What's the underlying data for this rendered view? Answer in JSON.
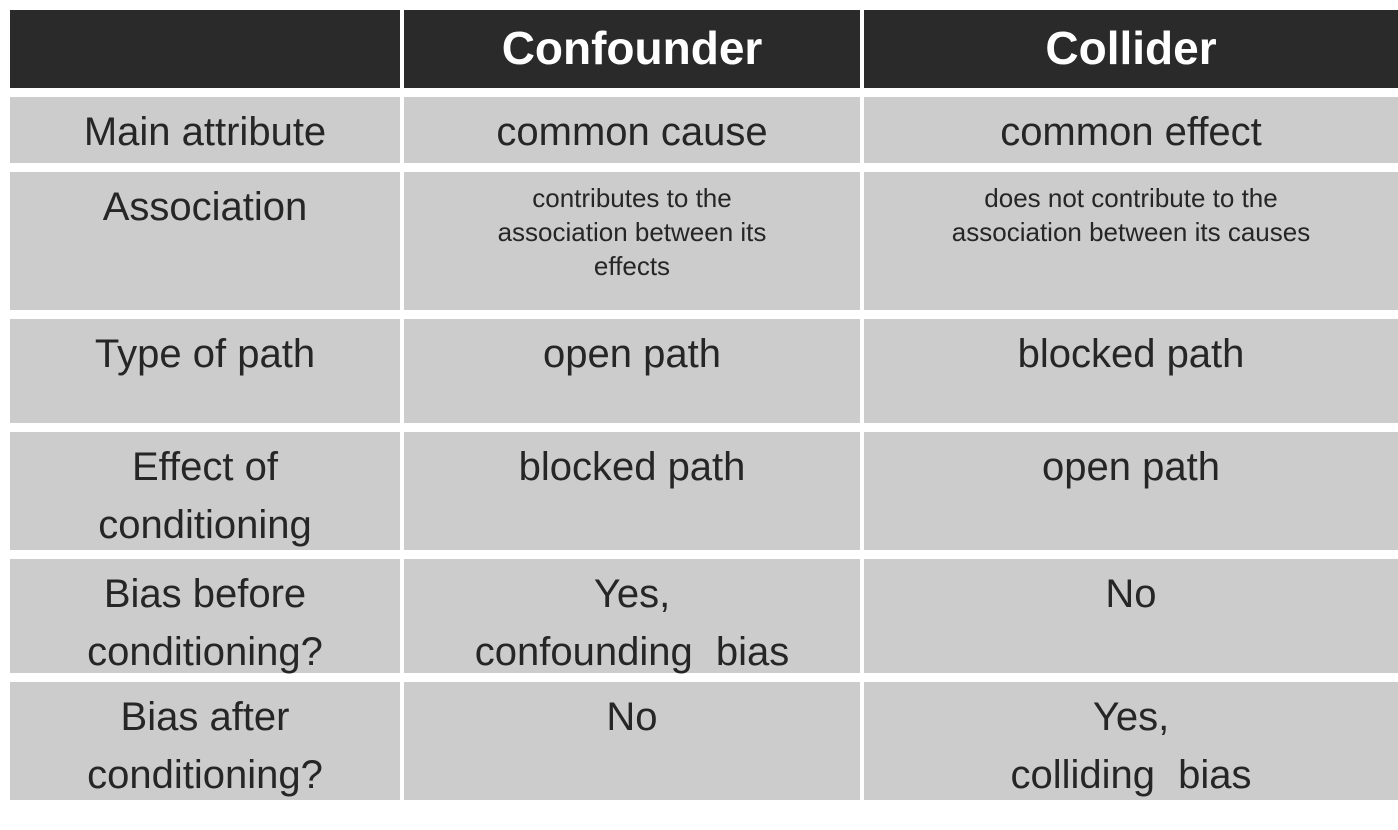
{
  "title": "Confounder vs Collider comparison table",
  "colors": {
    "header_bg": "#2a2a2a",
    "header_text": "#ffffff",
    "cell_bg": "#cccccc",
    "cell_text": "#262626",
    "page_bg": "#ffffff"
  },
  "chart_data": {
    "type": "table",
    "columns": [
      "",
      "Confounder",
      "Collider"
    ],
    "rows": [
      [
        "Main attribute",
        "common cause",
        "common effect"
      ],
      [
        "Association",
        "contributes to the association between its effects",
        "does not contribute to the association between its causes"
      ],
      [
        "Type of path",
        "open path",
        "blocked path"
      ],
      [
        "Effect of conditioning",
        "blocked path",
        "open path"
      ],
      [
        "Bias before conditioning?",
        "Yes, confounding bias",
        "No"
      ],
      [
        "Bias after conditioning?",
        "No",
        "Yes, colliding bias"
      ]
    ]
  },
  "display": {
    "header": {
      "c0": "",
      "c1": "Confounder",
      "c2": "Collider"
    },
    "rows": [
      {
        "c0": [
          "Main attribute"
        ],
        "c1": [
          "common cause"
        ],
        "c2": [
          "common effect"
        ]
      },
      {
        "c0": [
          "Association"
        ],
        "c1": [
          "contributes to the",
          "association between its",
          "effects"
        ],
        "c2": [
          "does not contribute to the",
          "association between its causes"
        ]
      },
      {
        "c0": [
          "Type of path"
        ],
        "c1": [
          "open path"
        ],
        "c2": [
          "blocked path"
        ]
      },
      {
        "c0": [
          "Effect of",
          "conditioning"
        ],
        "c1": [
          "blocked path"
        ],
        "c2": [
          "open path"
        ]
      },
      {
        "c0": [
          "Bias before",
          "conditioning?"
        ],
        "c1": [
          "Yes,",
          "confounding bias"
        ],
        "c2": [
          "No"
        ]
      },
      {
        "c0": [
          "Bias after",
          "conditioning?"
        ],
        "c1": [
          "No"
        ],
        "c2": [
          "Yes,",
          "colliding bias"
        ]
      }
    ]
  }
}
